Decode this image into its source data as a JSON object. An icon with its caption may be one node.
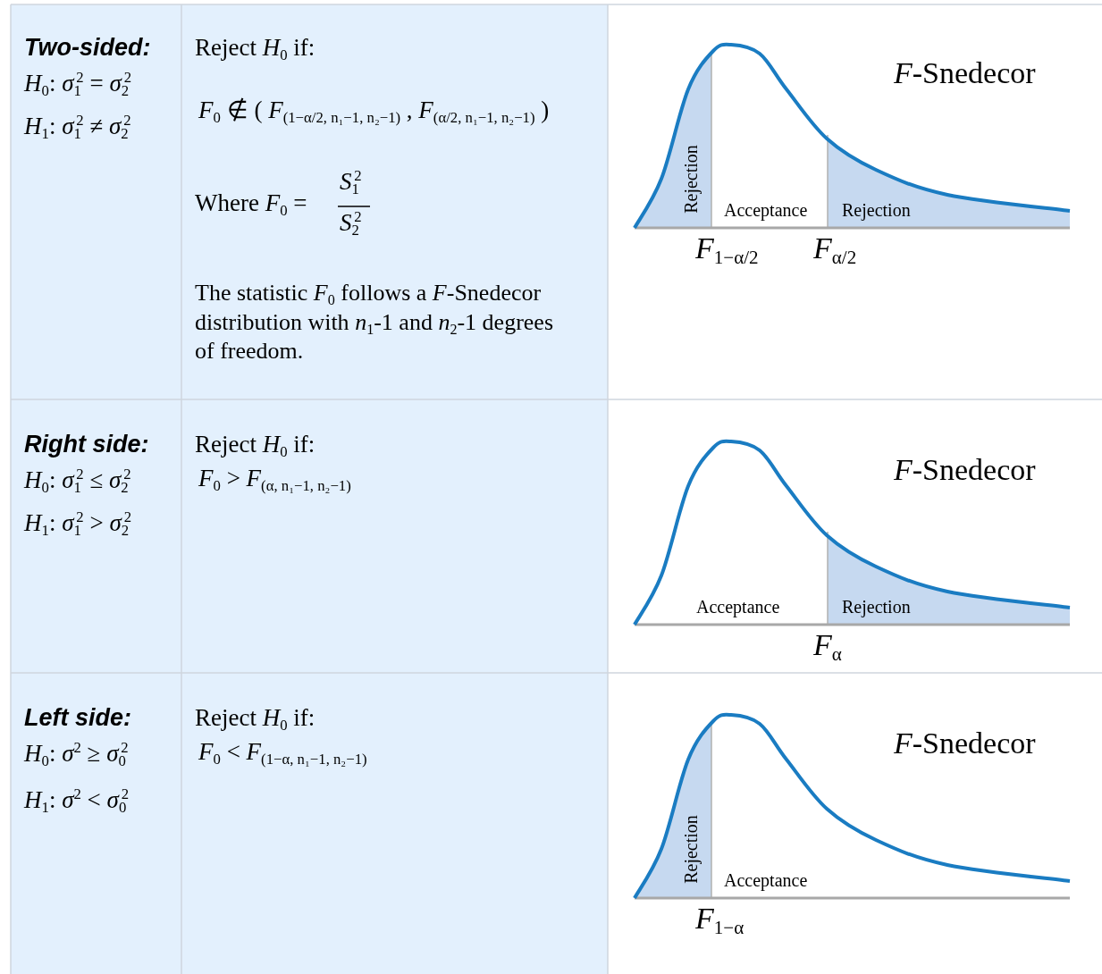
{
  "diagram": {
    "labels": [
      "Two-sided:",
      "*H*$_{0}$: *σ*$_{1}$$^{2}$ = *σ*$_{2}$$^{2}$",
      "*H*$_{1}$: *σ*$_{1}$$^{2}$ ≠ *σ*$_{2}$$^{2}$",
      "Reject *H*$_{0}$ if:",
      "*F*$_{0}$ ∉ ( *F*$_{(1−α/2, n₁−1, n₂−1)}$ , *F*$_{(α/2, n₁−1, n₂−1)}$ )",
      "Where *F*$_{0}$ =",
      "*S*$_{1}$$^{2}$",
      "*S*$_{2}$$^{2}$",
      "The statistic *F*$_{0}$ follows a *F*-Snedecor distribution with *n*$_{1}$-1 and *n*$_{2}$-1 degrees of freedom.",
      "*F*-Snedecor",
      "Rejection",
      "Acceptance",
      "Rejection",
      "*F*$_{1−α/2}$",
      "*F*$_{α/2}$",
      "Right side:",
      "*H*$_{0}$: *σ*$_{1}$$^{2}$ ≤ *σ*$_{2}$$^{2}$",
      "*H*$_{1}$: *σ*$_{1}$$^{2}$ > *σ*$_{2}$$^{2}$",
      "Reject *H*$_{0}$ if:",
      "*F*$_{0}$ > *F*$_{(α, n₁−1, n₂−1)}$",
      "*F*-Snedecor",
      "Acceptance",
      "Rejection",
      "*F*$_{α}$",
      "Left side:",
      "*H*$_{0}$: *σ*$^{2}$ ≥ *σ*$_{0}$$^{2}$",
      "*H*$_{1}$: *σ*$^{2}$ < *σ*$_{0}$$^{2}$",
      "Reject *H*$_{0}$ if:",
      "*F*$_{0}$ < *F*$_{(1−α, n₁−1, n₂−1)}$",
      "*F*-Snedecor",
      "Rejection",
      "Acceptance",
      "*F*$_{1−α}$"
    ]
  }
}
